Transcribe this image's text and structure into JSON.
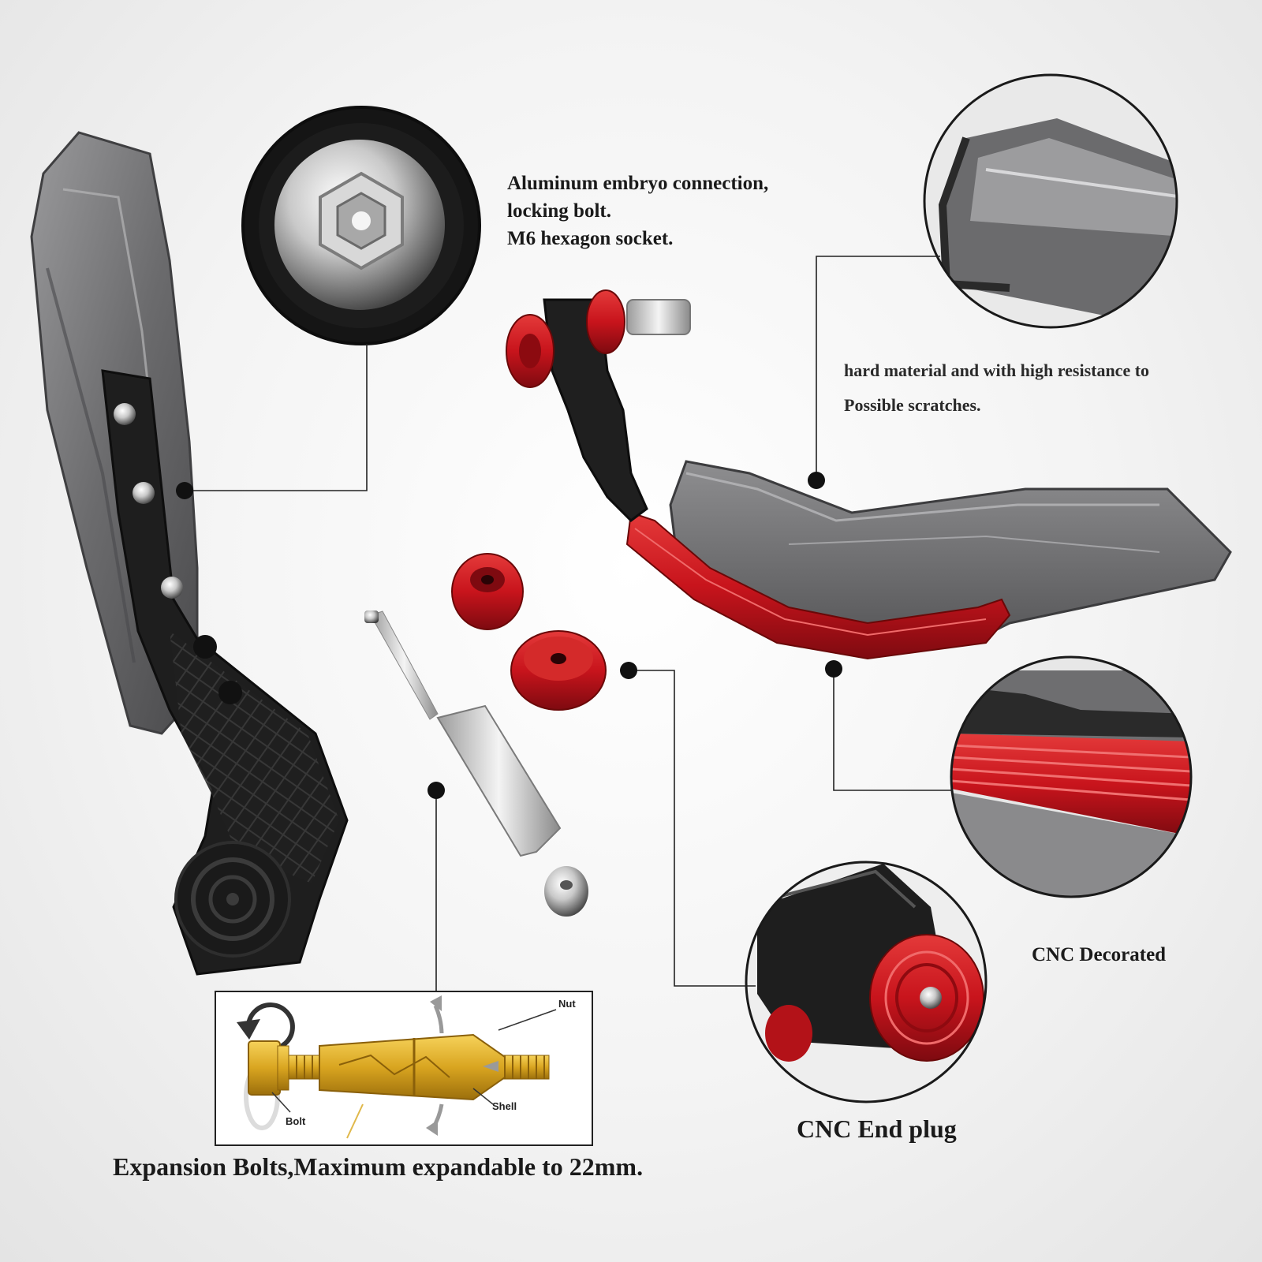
{
  "callouts": {
    "aluminum_bolt": {
      "lines": [
        "Aluminum embryo connection,",
        "locking bolt.",
        "M6 hexagon socket."
      ]
    },
    "material": {
      "lines": [
        "hard material and with high resistance to",
        "Possible scratches."
      ]
    },
    "cnc_decorated": "CNC Decorated",
    "cnc_end_plug": "CNC End plug",
    "expansion_bolts": "Expansion Bolts,Maximum expandable to 22mm."
  },
  "diagram_labels": {
    "nut": "Nut",
    "bolt": "Bolt",
    "shell": "Shell"
  },
  "colors": {
    "accent_red": "#c8141c",
    "smoke_grey": "#6e6e70",
    "black_plastic": "#1e1e1e",
    "brass": "#d9a520"
  }
}
